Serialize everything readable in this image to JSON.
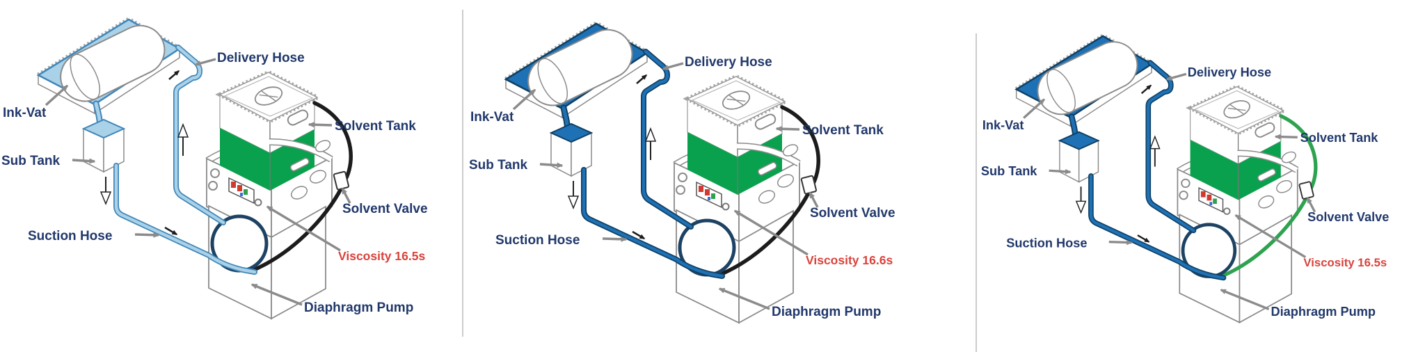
{
  "figure": {
    "description_names": [
      "ink-circulation-diagram-1",
      "ink-circulation-diagram-2",
      "ink-circulation-diagram-3"
    ]
  },
  "shared": {
    "background": "#ffffff",
    "divider_color": "#cccccc",
    "label_color": "#21386b",
    "arrow_color": "#8b8b8b",
    "outline_gray": "#8a8a8a",
    "serration_gray": "#a6a6a6",
    "solvent_green": "#0aa14e",
    "viscosity_red": "#d9433b",
    "pump_ring": "#1d4263",
    "flow_arrow_black": "#1c1c1c",
    "display_block_red": "#d03a2f",
    "display_block_green": "#2fa04c",
    "display_block_blue": "#3a6fd8"
  },
  "panels": [
    {
      "id": "panel-1",
      "labels": {
        "ink_vat": "Ink-Vat",
        "sub_tank": "Sub Tank",
        "suction_hose": "Suction Hose",
        "delivery_hose": "Delivery Hose",
        "solvent_tank": "Solvent Tank",
        "solvent_valve": "Solvent Valve",
        "diaphragm_pump": "Diaphragm Pump",
        "viscosity": "Viscosity 16.5s"
      },
      "colors": {
        "ink_fill": "#a9d2e9",
        "ink_outline": "#4186b8",
        "solvent_hose": "#1c1c1c"
      }
    },
    {
      "id": "panel-2",
      "labels": {
        "ink_vat": "Ink-Vat",
        "sub_tank": "Sub Tank",
        "suction_hose": "Suction Hose",
        "delivery_hose": "Delivery Hose",
        "solvent_tank": "Solvent Tank",
        "solvent_valve": "Solvent Valve",
        "diaphragm_pump": "Diaphragm Pump",
        "viscosity": "Viscosity 16.6s"
      },
      "colors": {
        "ink_fill": "#1e71b5",
        "ink_outline": "#0f3f63",
        "solvent_hose": "#1c1c1c"
      }
    },
    {
      "id": "panel-3",
      "labels": {
        "ink_vat": "Ink-Vat",
        "sub_tank": "Sub Tank",
        "suction_hose": "Suction Hose",
        "delivery_hose": "Delivery Hose",
        "solvent_tank": "Solvent Tank",
        "solvent_valve": "Solvent Valve",
        "diaphragm_pump": "Diaphragm Pump",
        "viscosity": "Viscosity 16.5s"
      },
      "colors": {
        "ink_fill": "#1e71b5",
        "ink_outline": "#0f3f63",
        "solvent_hose": "#2ea34f"
      }
    }
  ]
}
